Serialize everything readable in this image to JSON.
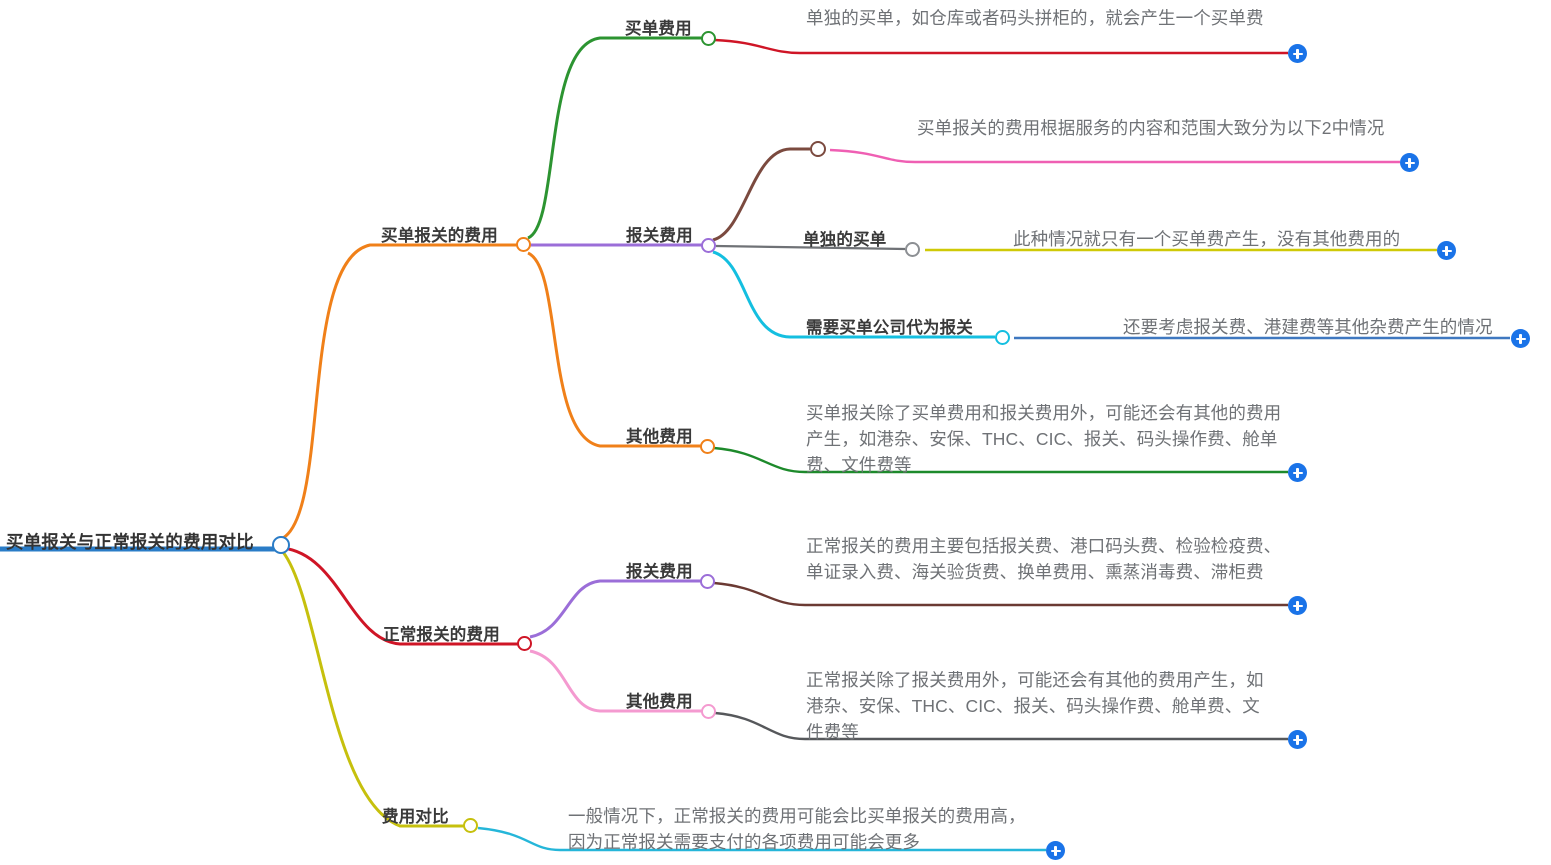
{
  "diagram": {
    "type": "mindmap",
    "orientation": "left-to-right",
    "background": "#ffffff",
    "root": {
      "label": "买单报关与正常报关的费用对比",
      "dot_color": "#2a7cc7",
      "underline_color": "#2a7cc7"
    },
    "colors": {
      "orange": "#f08019",
      "red": "#cf1526",
      "olive": "#c6c00d",
      "green": "#2c9431",
      "purple": "#9b6ed8",
      "brown": "#7b4a3f",
      "pink": "#ef5fb3",
      "gray": "#6f7276",
      "yellow": "#cfc907",
      "cyan": "#14bfe0",
      "steelblue": "#3f78c0",
      "darkgreen": "#1d8a2b",
      "lavender": "#9b6ed8",
      "maroon": "#6b3a33",
      "lightpink": "#f49ad0",
      "darkgray": "#56585b",
      "skyblue": "#25b6d9",
      "plus_blue": "#1a73e8"
    },
    "branches": [
      {
        "id": "b1",
        "label": "买单报关的费用",
        "link_color": "#f08019",
        "dot_color": "#f08019",
        "children": [
          {
            "id": "b1c1",
            "label": "买单费用",
            "link_color": "#2c9431",
            "dot_color": "#2c9431",
            "leaf": {
              "text": "单独的买单，如仓库或者码头拼柜的，就会产生一个买单费",
              "link_color": "#cf1526",
              "expand": "+"
            }
          },
          {
            "id": "b1c2",
            "label": "报关费用",
            "link_color": "#9b6ed8",
            "dot_color": "#9b6ed8",
            "children": [
              {
                "id": "b1c2g1",
                "label": "",
                "link_color": "#7b4a3f",
                "dot_color": "#7b4a3f",
                "leaf": {
                  "text": "买单报关的费用根据服务的内容和范围大致分为以下2中情况",
                  "link_color": "#ef5fb3",
                  "expand": "+"
                }
              },
              {
                "id": "b1c2g2",
                "label": "单独的买单",
                "link_color": "#6f7276",
                "dot_color": "#8c8f93",
                "leaf": {
                  "text": "此种情况就只有一个买单费产生，没有其他费用的",
                  "link_color": "#cfc907",
                  "expand": "+"
                }
              },
              {
                "id": "b1c2g3",
                "label": "需要买单公司代为报关",
                "link_color": "#14bfe0",
                "dot_color": "#14bfe0",
                "leaf": {
                  "text": "还要考虑报关费、港建费等其他杂费产生的情况",
                  "link_color": "#3f78c0",
                  "expand": "+"
                }
              }
            ]
          },
          {
            "id": "b1c3",
            "label": "其他费用",
            "link_color": "#f08019",
            "dot_color": "#f08019",
            "leaf": {
              "text": "买单报关除了买单费用和报关费用外，可能还会有其他的费用产生，如港杂、安保、THC、CIC、报关、码头操作费、舱单费、文件费等",
              "link_color": "#1d8a2b",
              "expand": "+"
            }
          }
        ]
      },
      {
        "id": "b2",
        "label": "正常报关的费用",
        "link_color": "#cf1526",
        "dot_color": "#cf1526",
        "children": [
          {
            "id": "b2c1",
            "label": "报关费用",
            "link_color": "#9b6ed8",
            "dot_color": "#9b6ed8",
            "leaf": {
              "text": "正常报关的费用主要包括报关费、港口码头费、检验检疫费、单证录入费、海关验货费、换单费用、熏蒸消毒费、滞柜费",
              "link_color": "#6b3a33",
              "expand": "+"
            }
          },
          {
            "id": "b2c2",
            "label": "其他费用",
            "link_color": "#f49ad0",
            "dot_color": "#f49ad0",
            "leaf": {
              "text": "正常报关除了报关费用外，可能还会有其他的费用产生，如港杂、安保、THC、CIC、报关、码头操作费、舱单费、文件费等",
              "link_color": "#56585b",
              "expand": "+"
            }
          }
        ]
      },
      {
        "id": "b3",
        "label": "费用对比",
        "link_color": "#c6c00d",
        "dot_color": "#c6c00d",
        "leaf": {
          "text": "一般情况下，正常报关的费用可能会比买单报关的费用高，因为正常报关需要支付的各项费用可能会更多",
          "link_color": "#25b6d9",
          "expand": "+"
        }
      }
    ]
  }
}
